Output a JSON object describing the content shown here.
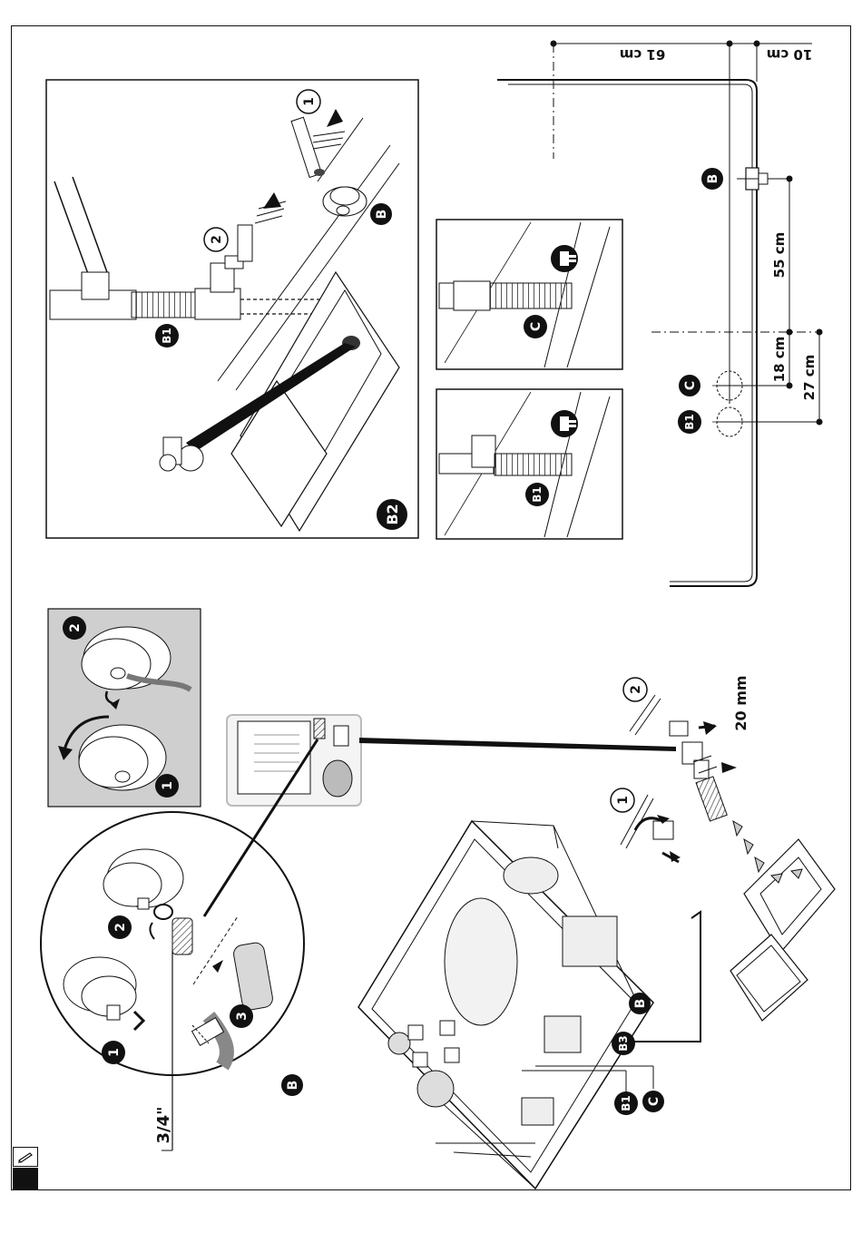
{
  "labels": {
    "b": "B",
    "b1": "B1",
    "b2": "B2",
    "b3": "B3",
    "c": "C",
    "one": "1",
    "two": "2",
    "three": "3"
  },
  "dimensions": {
    "d61": "61 cm",
    "d10": "10 cm",
    "d55": "55 cm",
    "d18": "18 cm",
    "d27": "27 cm",
    "d20mm": "20 mm",
    "thread": "3/4\""
  },
  "icons": {
    "pencil": "pencil-icon",
    "plug": "plug-icon"
  }
}
